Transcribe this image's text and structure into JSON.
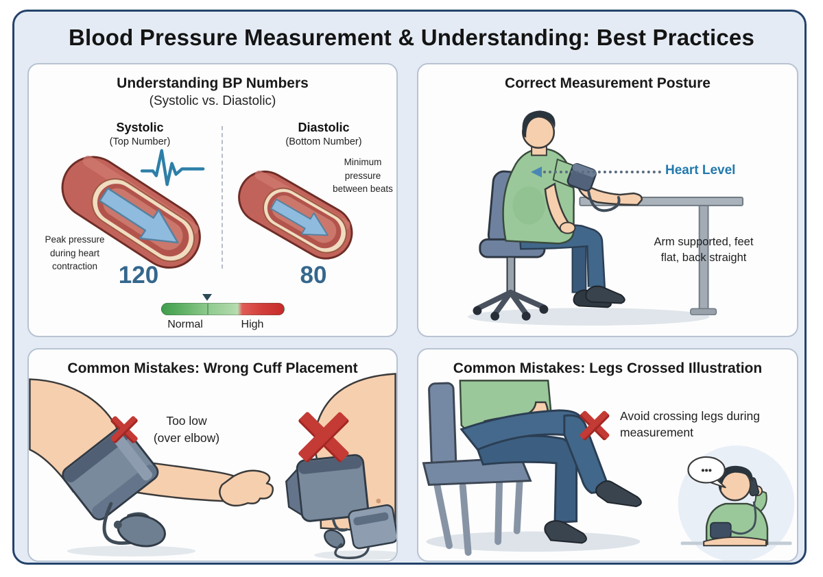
{
  "page": {
    "title": "Blood Pressure Measurement & Understanding: Best Practices",
    "background_color": "#e4ebf4",
    "frame_border_color": "#24426b"
  },
  "panels": {
    "bp_numbers": {
      "title": "Understanding BP Numbers",
      "subtitle": "(Systolic vs. Diastolic)",
      "systolic": {
        "label": "Systolic",
        "sublabel": "(Top Number)",
        "description": "Peak pressure during heart contraction",
        "value": "120"
      },
      "diastolic": {
        "label": "Diastolic",
        "sublabel": "(Bottom Number)",
        "description": "Minimum pressure between beats",
        "value": "80"
      },
      "gauge": {
        "normal_label": "Normal",
        "high_label": "High",
        "scale_colors": [
          "#3f9e4c",
          "#93cc92",
          "#b9ddb2",
          "#e05b55",
          "#c62b2b"
        ],
        "marker_position_pct": 37
      },
      "value_color": "#35678c"
    },
    "posture": {
      "title": "Correct Measurement Posture",
      "heart_level_label": "Heart Level",
      "heart_level_color": "#2279ac",
      "note": "Arm supported, feet flat, back straight"
    },
    "cuff_placement": {
      "title": "Common Mistakes: Wrong Cuff Placement",
      "note_lines": [
        "Too low",
        "(over elbow)"
      ]
    },
    "legs_crossed": {
      "title": "Common Mistakes: Legs Crossed Illustration",
      "note": "Avoid crossing legs during measurement",
      "bubble_dots": "•••"
    }
  },
  "colors": {
    "error_red": "#c43a35",
    "artery_red": "#c2635b",
    "flow_arrow_blue": "#8fbbde",
    "ecg_blue": "#2d7fa8"
  }
}
